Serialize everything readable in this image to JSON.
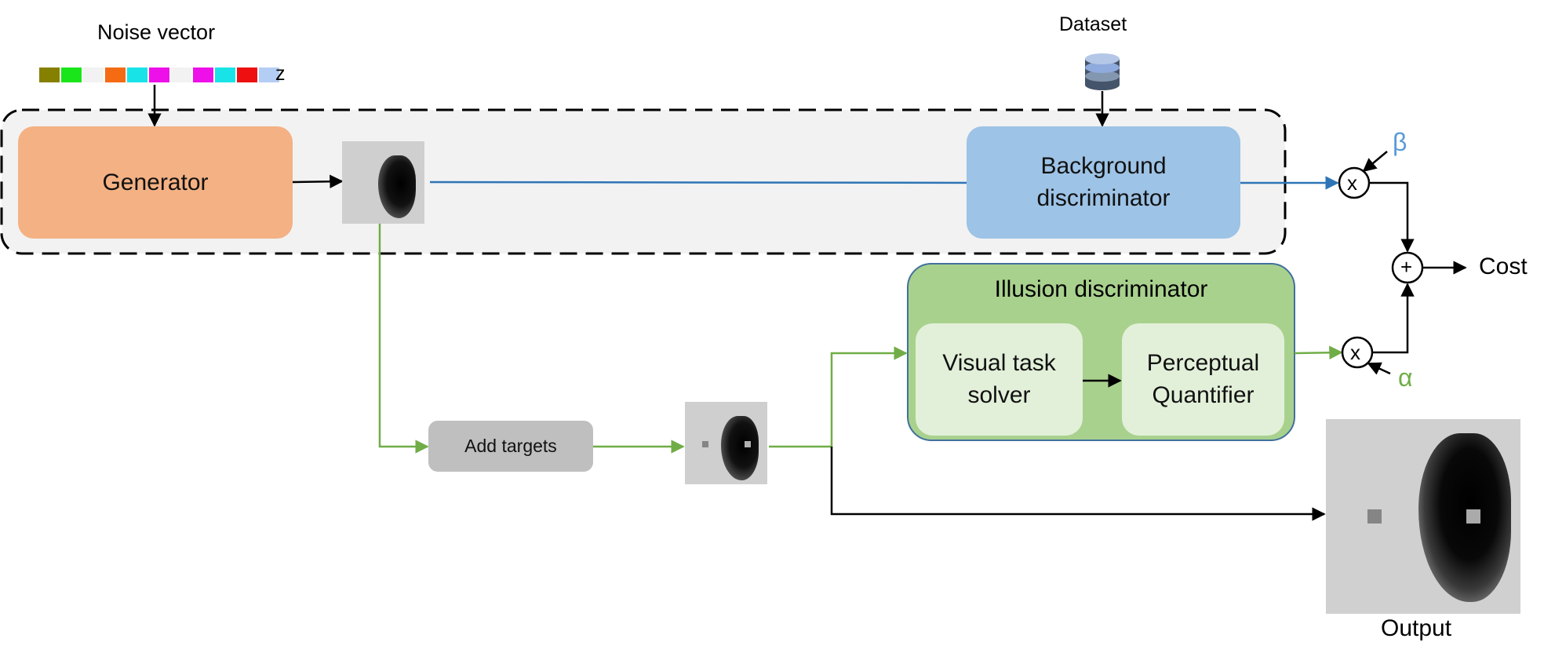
{
  "noise": {
    "title": "Noise vector",
    "symbol": "z",
    "cells": [
      "#868000",
      "#1ae51a",
      "#f2f2f2",
      "#f46b14",
      "#18e4e8",
      "#ee10e8",
      "#f2f2f2",
      "#ee10e8",
      "#18e4e8",
      "#ee1010",
      "#b4cdf4"
    ]
  },
  "dataset": {
    "label": "Dataset",
    "icon": "database-icon"
  },
  "generator": {
    "label": "Generator",
    "color": "#f4b183"
  },
  "background_discriminator": {
    "label": "Background\ndiscriminator",
    "color": "#9dc3e6"
  },
  "illusion_discriminator": {
    "title": "Illusion discriminator",
    "color": "#a9d18e",
    "visual_task_solver": "Visual task\nsolver",
    "perceptual_quantifier": "Perceptual\nQuantifier"
  },
  "add_targets": {
    "label": "Add targets"
  },
  "operators": {
    "multiply": "x",
    "add": "+"
  },
  "weights": {
    "beta": "β",
    "beta_color": "#5b9bd5",
    "alpha": "α",
    "alpha_color": "#70ad47"
  },
  "cost": {
    "label": "Cost"
  },
  "output": {
    "label": "Output"
  },
  "colors": {
    "blue_arrow": "#2e75b6",
    "green_arrow": "#70ad47",
    "black_arrow": "#000000"
  }
}
